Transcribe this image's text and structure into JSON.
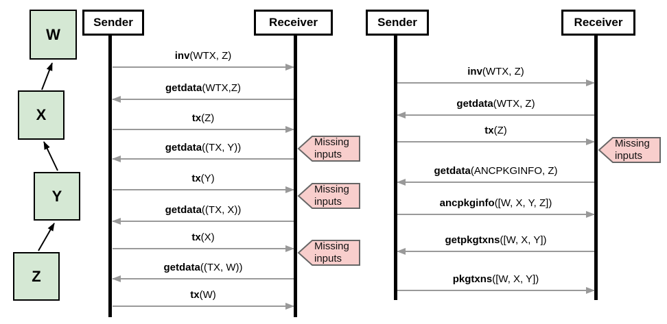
{
  "chain": {
    "nodes": [
      {
        "label": "W"
      },
      {
        "label": "X"
      },
      {
        "label": "Y"
      },
      {
        "label": "Z"
      }
    ],
    "edges": [
      {
        "from": "X",
        "to": "W"
      },
      {
        "from": "Y",
        "to": "X"
      },
      {
        "from": "Z",
        "to": "Y"
      }
    ]
  },
  "left_diagram": {
    "sender_label": "Sender",
    "receiver_label": "Receiver",
    "messages": [
      {
        "name": "inv",
        "args": "(WTX, Z)",
        "direction": "right"
      },
      {
        "name": "getdata",
        "args": "(WTX,Z)",
        "direction": "left"
      },
      {
        "name": "tx",
        "args": "(Z)",
        "direction": "right"
      },
      {
        "name": "getdata",
        "args": "((TX, Y))",
        "direction": "left"
      },
      {
        "name": "tx",
        "args": "(Y)",
        "direction": "right"
      },
      {
        "name": "getdata",
        "args": "((TX, X))",
        "direction": "left"
      },
      {
        "name": "tx",
        "args": "(X)",
        "direction": "right"
      },
      {
        "name": "getdata",
        "args": "((TX, W))",
        "direction": "left"
      },
      {
        "name": "tx",
        "args": "(W)",
        "direction": "right"
      }
    ],
    "annotations": [
      {
        "text": "Missing inputs"
      },
      {
        "text": "Missing inputs"
      },
      {
        "text": "Missing inputs"
      }
    ]
  },
  "right_diagram": {
    "sender_label": "Sender",
    "receiver_label": "Receiver",
    "messages": [
      {
        "name": "inv",
        "args": "(WTX, Z)",
        "direction": "right"
      },
      {
        "name": "getdata",
        "args": "(WTX, Z)",
        "direction": "left"
      },
      {
        "name": "tx",
        "args": "(Z)",
        "direction": "right"
      },
      {
        "name": "getdata",
        "args": "(ANCPKGINFO, Z)",
        "direction": "left"
      },
      {
        "name": "ancpkginfo",
        "args": "([W, X, Y, Z])",
        "direction": "right"
      },
      {
        "name": "getpkgtxns",
        "args": "([W, X, Y])",
        "direction": "left"
      },
      {
        "name": "pkgtxns",
        "args": "([W, X, Y])",
        "direction": "right"
      }
    ],
    "annotations": [
      {
        "text": "Missing inputs"
      }
    ]
  },
  "colors": {
    "node_fill": "#d5e8d4",
    "annotation_fill": "#f8cecc",
    "annotation_border": "#666666",
    "message_arrow": "#999999",
    "lifeline": "#000000"
  }
}
